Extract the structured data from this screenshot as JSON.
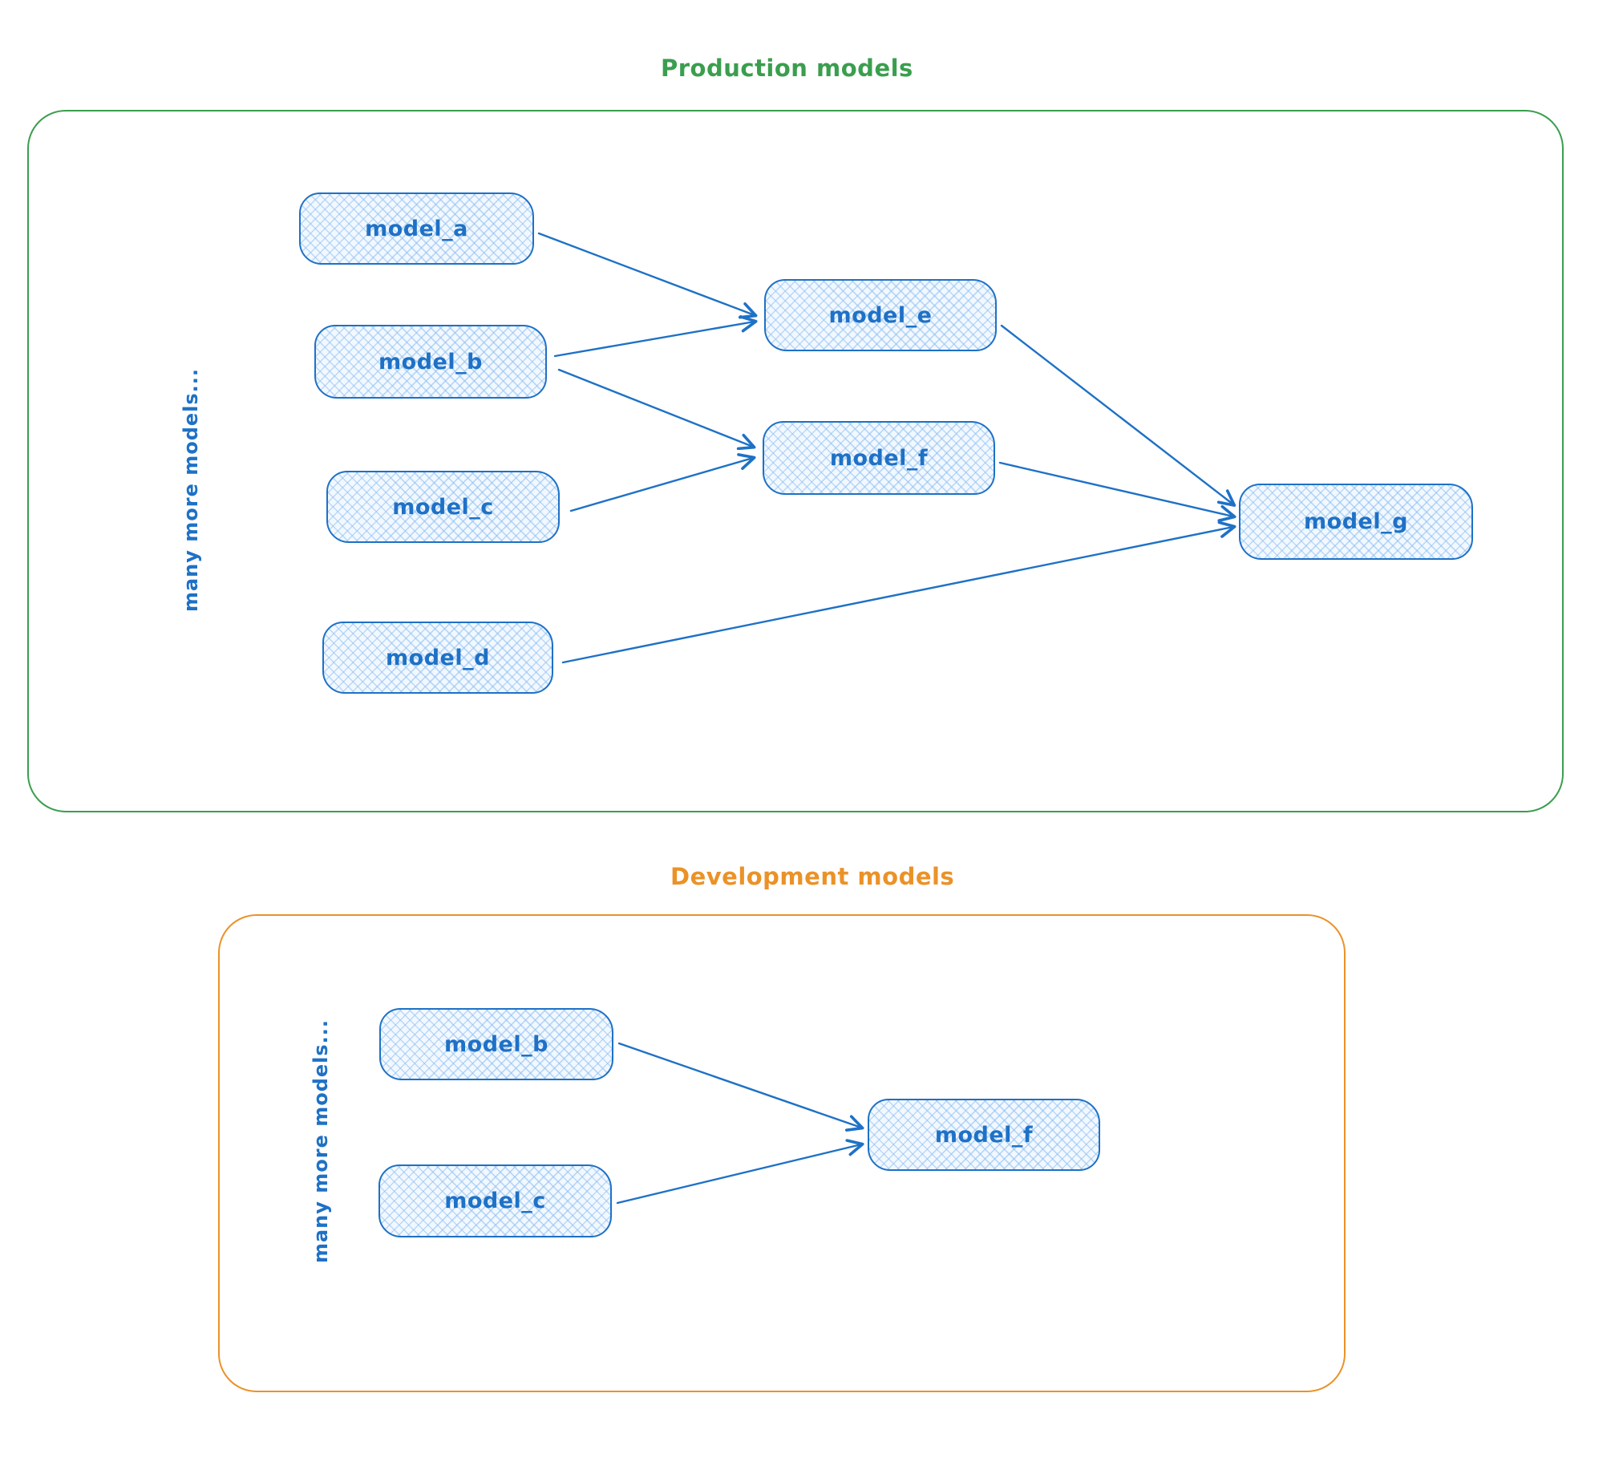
{
  "colors": {
    "blue": "#1e71c6",
    "green": "#3a9e4e",
    "orange": "#eb9227",
    "node_fill": "#f2f8ff"
  },
  "production": {
    "title": "Production models",
    "side_label": "many more models...",
    "nodes": [
      {
        "id": "model_a",
        "label": "model_a"
      },
      {
        "id": "model_b",
        "label": "model_b"
      },
      {
        "id": "model_c",
        "label": "model_c"
      },
      {
        "id": "model_d",
        "label": "model_d"
      },
      {
        "id": "model_e",
        "label": "model_e"
      },
      {
        "id": "model_f",
        "label": "model_f"
      },
      {
        "id": "model_g",
        "label": "model_g"
      }
    ],
    "edges": [
      {
        "from": "model_a",
        "to": "model_e"
      },
      {
        "from": "model_b",
        "to": "model_e"
      },
      {
        "from": "model_b",
        "to": "model_f"
      },
      {
        "from": "model_c",
        "to": "model_f"
      },
      {
        "from": "model_e",
        "to": "model_g"
      },
      {
        "from": "model_f",
        "to": "model_g"
      },
      {
        "from": "model_d",
        "to": "model_g"
      }
    ]
  },
  "development": {
    "title": "Development models",
    "side_label": "many more models...",
    "nodes": [
      {
        "id": "model_b",
        "label": "model_b"
      },
      {
        "id": "model_c",
        "label": "model_c"
      },
      {
        "id": "model_f",
        "label": "model_f"
      }
    ],
    "edges": [
      {
        "from": "model_b",
        "to": "model_f"
      },
      {
        "from": "model_c",
        "to": "model_f"
      }
    ]
  }
}
